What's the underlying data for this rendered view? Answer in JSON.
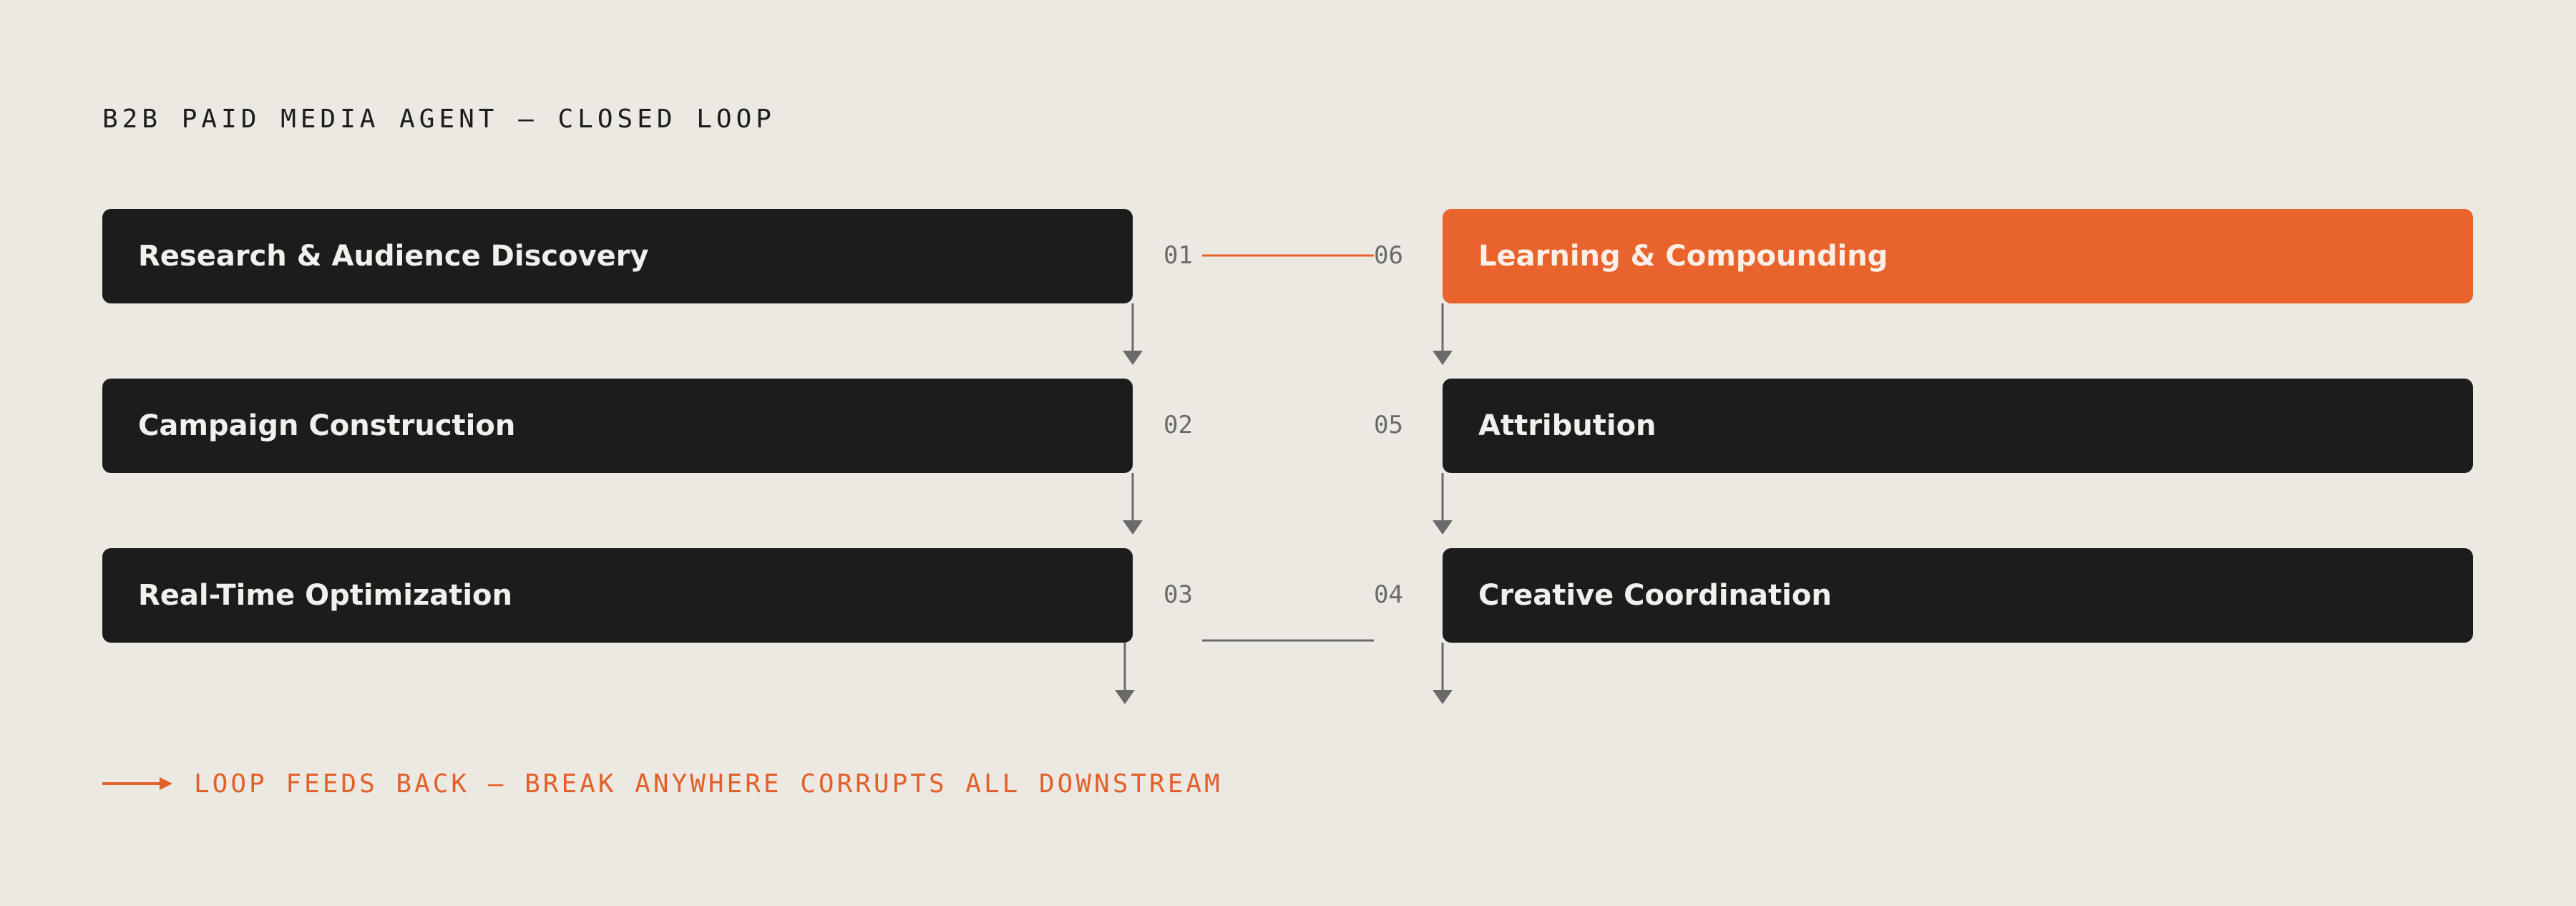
{
  "title": "B2B PAID MEDIA AGENT — CLOSED LOOP",
  "colors": {
    "background": "#ECE9E3",
    "stage": "#1C1C1C",
    "accent": "#E8642C",
    "connector": "#6A6A6A"
  },
  "stages": [
    {
      "number": "01",
      "label": "Research & Audience Discovery"
    },
    {
      "number": "02",
      "label": "Campaign Construction"
    },
    {
      "number": "03",
      "label": "Real-Time Optimization"
    },
    {
      "number": "04",
      "label": "Creative Coordination"
    },
    {
      "number": "05",
      "label": "Attribution"
    },
    {
      "number": "06",
      "label": "Learning & Compounding",
      "highlighted": true
    }
  ],
  "footer": {
    "icon": "arrow-right-icon",
    "text": "LOOP FEEDS BACK — BREAK ANYWHERE CORRUPTS ALL DOWNSTREAM"
  }
}
